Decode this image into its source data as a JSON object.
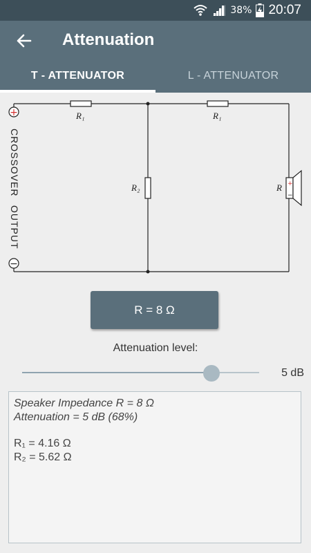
{
  "status": {
    "battery_pct": "38%",
    "time": "20:07"
  },
  "appbar": {
    "title": "Attenuation"
  },
  "tabs": [
    {
      "label": "T - ATTENUATOR",
      "active": true
    },
    {
      "label": "L - ATTENUATOR",
      "active": false
    }
  ],
  "circuit": {
    "plus": "+",
    "minus": "−",
    "label_top": "CROSSOVER",
    "label_bottom": "OUTPUT",
    "r1_left": "R₁",
    "r1_right": "R₁",
    "r2": "R₂",
    "r_load": "R"
  },
  "impedance_button": {
    "label": "R = 8 Ω"
  },
  "attenuation": {
    "label": "Attenuation level:",
    "value_text": "5 dB",
    "fraction": 0.8
  },
  "result": {
    "line1": "Speaker Impedance R = 8 Ω",
    "line2": "Attenuation = 5 dB (68%)",
    "line3": "R₁ = 4.16 Ω",
    "line4": "R₂ = 5.62 Ω"
  },
  "colors": {
    "primary": "#5a6f7b",
    "status_bar": "#3d4f59",
    "plus_red": "#d32f2f"
  }
}
